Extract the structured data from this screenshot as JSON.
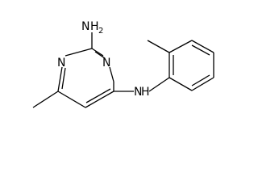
{
  "molecule": {
    "atoms": {
      "nh2_n": "N",
      "nh2_h": "H",
      "nh2_sub": "2",
      "ring_n_left": "N",
      "ring_n_right": "N",
      "linker_n": "N",
      "linker_h": "H"
    },
    "colors": {
      "bond": "#000000",
      "text": "#000000",
      "background": "#ffffff"
    }
  }
}
